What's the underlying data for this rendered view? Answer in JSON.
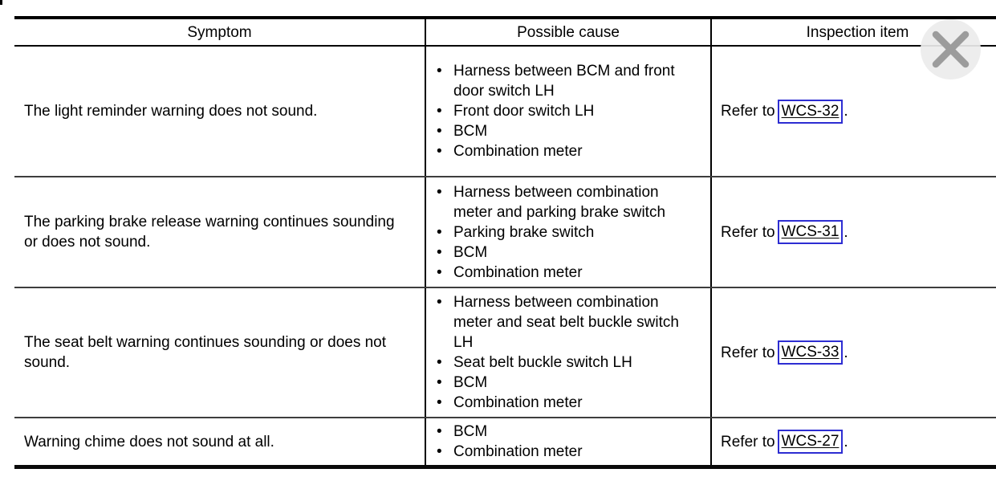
{
  "icons": {
    "bullet": "•"
  },
  "colors": {
    "link_box_border": "#2d2dd2",
    "link_text": "#000000",
    "close_icon": "#9c9c9c",
    "close_circle": "#ececec",
    "text": "#000000"
  },
  "table": {
    "columns": [
      {
        "label": "Symptom"
      },
      {
        "label": "Possible cause"
      },
      {
        "label": "Inspection item"
      }
    ],
    "rows": [
      {
        "symptom": "The light reminder warning does not sound.",
        "causes": [
          "Harness between BCM and front\ndoor switch LH",
          "Front door switch LH",
          "BCM",
          "Combination meter"
        ],
        "refer_prefix": "Refer to",
        "link": "WCS-32",
        "refer_suffix": "."
      },
      {
        "symptom": "The parking brake release warning continues sounding\nor does not sound.",
        "causes": [
          "Harness between combination\nmeter and parking brake switch",
          "Parking brake switch",
          "BCM",
          "Combination meter"
        ],
        "refer_prefix": "Refer to",
        "link": "WCS-31",
        "refer_suffix": "."
      },
      {
        "symptom": "The seat belt warning continues sounding or does not\nsound.",
        "causes": [
          "Harness between combination\nmeter and seat belt buckle switch\nLH",
          "Seat belt buckle switch LH",
          "BCM",
          "Combination meter"
        ],
        "refer_prefix": "Refer to",
        "link": "WCS-33",
        "refer_suffix": "."
      },
      {
        "symptom": "Warning chime does not sound at all.",
        "causes": [
          "BCM",
          "Combination meter"
        ],
        "refer_prefix": "Refer to",
        "link": "WCS-27",
        "refer_suffix": "."
      }
    ]
  }
}
